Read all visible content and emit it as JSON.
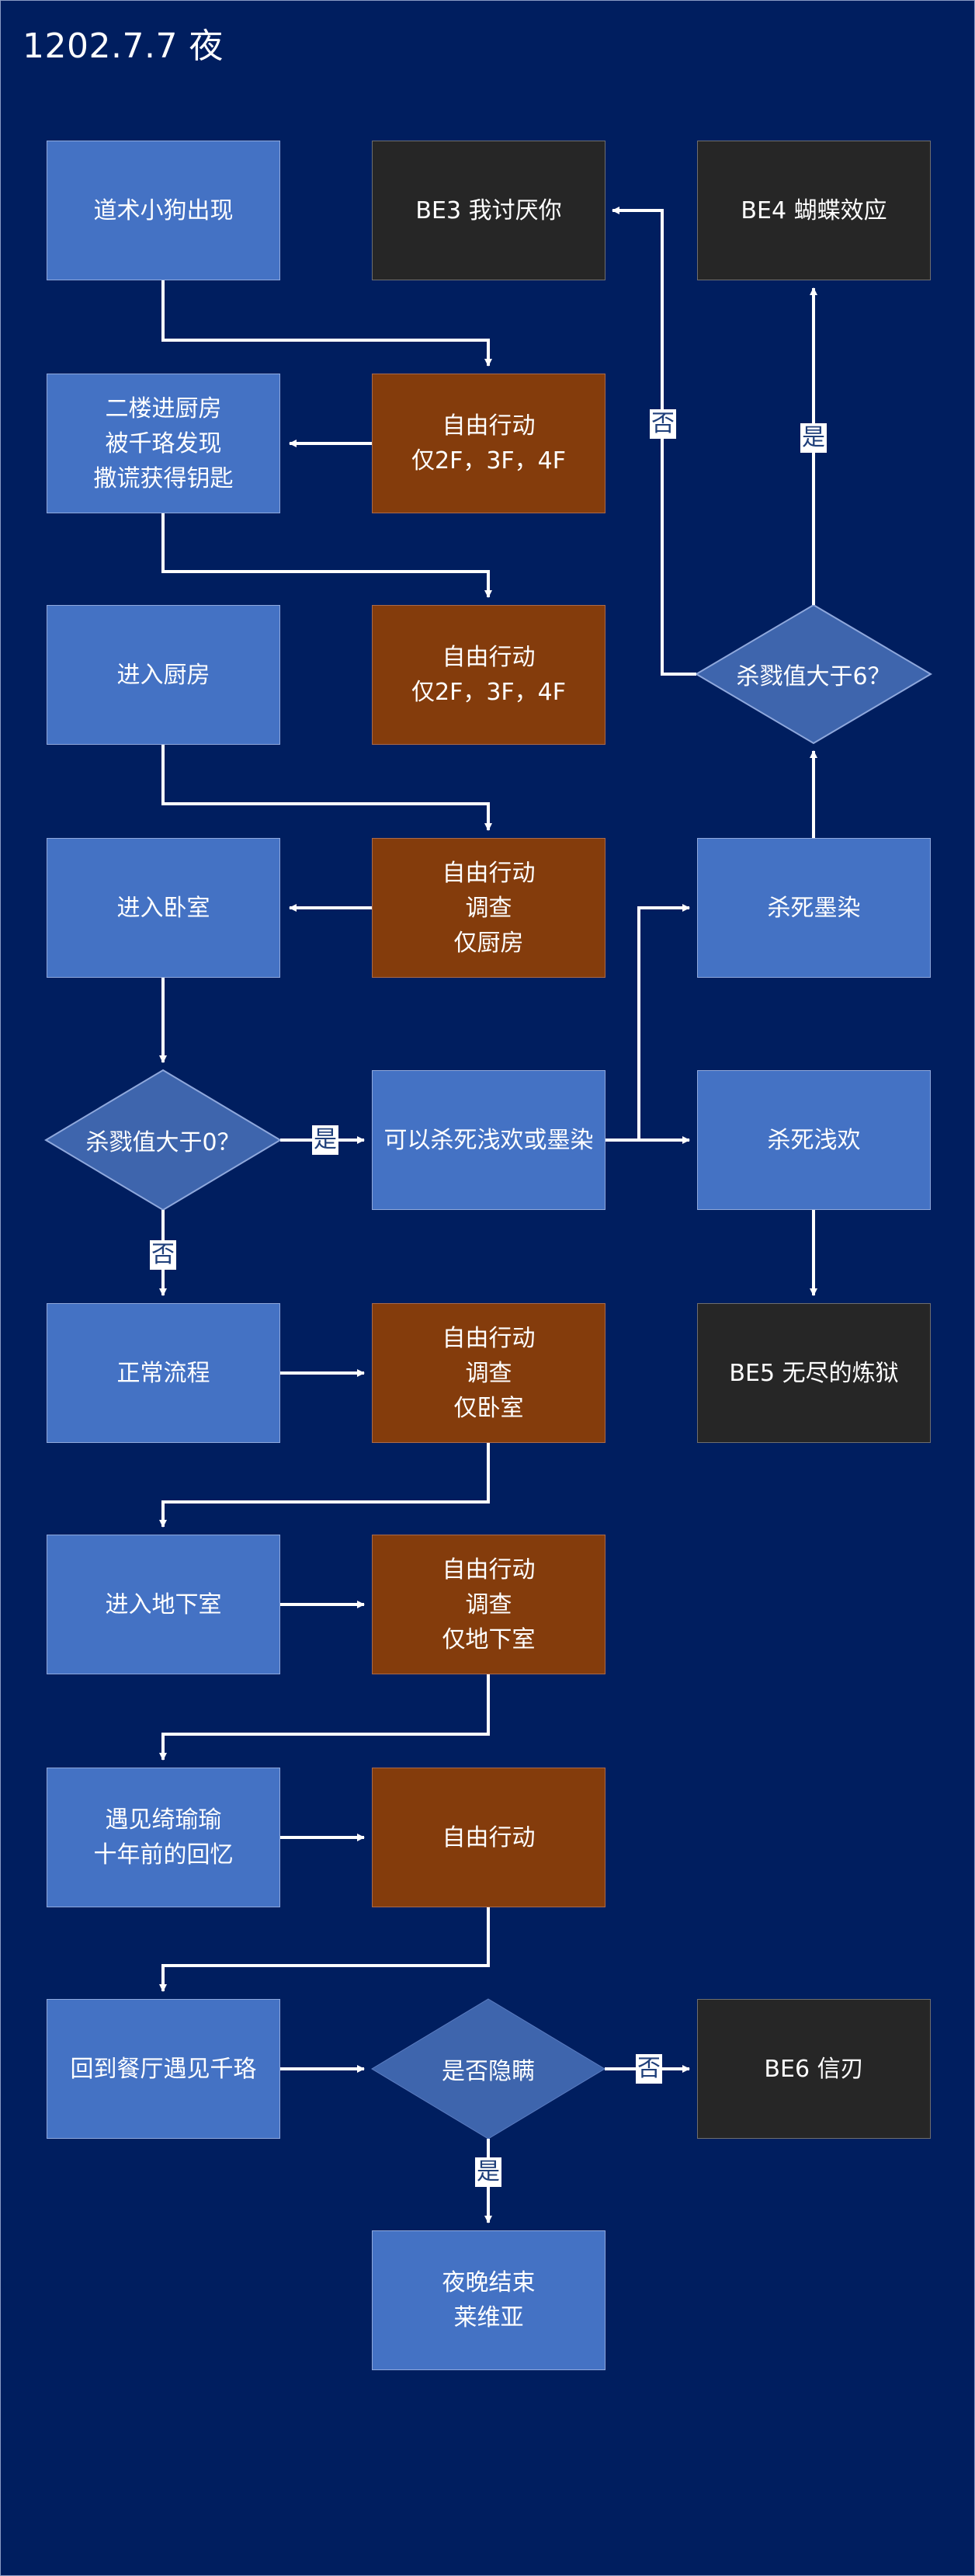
{
  "title": "1202.7.7 夜",
  "colors": {
    "background": "#001e5f",
    "process": "#4472c4",
    "free_action": "#843c0c",
    "bad_end": "#262626",
    "decision": "#3e65ad",
    "line": "#ffffff"
  },
  "nodes": {
    "dog_appears": "道术小狗出现",
    "be3": "BE3 我讨厌你",
    "be4": "BE4 蝴蝶效应",
    "kitchen_lie": "二楼进厨房\n被千珞发现\n撒谎获得钥匙",
    "free_action_1": "自由行动\n仅2F，3F，4F",
    "enter_kitchen": "进入厨房",
    "free_action_2": "自由行动\n仅2F，3F，4F",
    "kill_value_gt6": "杀戮值大于6？",
    "enter_bedroom": "进入卧室",
    "free_action_3": "自由行动\n调查\n仅厨房",
    "kill_mo_ran": "杀死墨染",
    "kill_value_gt0": "杀戮值大于0？",
    "can_kill": "可以杀死浅欢或墨染",
    "kill_qian_huan": "杀死浅欢",
    "normal_flow": "正常流程",
    "free_action_4": "自由行动\n调查\n仅卧室",
    "be5": "BE5 无尽的炼狱",
    "enter_basement": "进入地下室",
    "free_action_5": "自由行动\n调查\n仅地下室",
    "meet_qiyuyu": "遇见绮瑜瑜\n十年前的回忆",
    "free_action_6": "自由行动",
    "back_dining": "回到餐厅遇见千珞",
    "conceal": "是否隐瞒",
    "be6": "BE6 信刃",
    "night_end": "夜晚结束\n莱维亚"
  },
  "edge_labels": {
    "gt6_no": "否",
    "gt6_yes": "是",
    "gt0_yes": "是",
    "gt0_no": "否",
    "conceal_no": "否",
    "conceal_yes": "是"
  }
}
